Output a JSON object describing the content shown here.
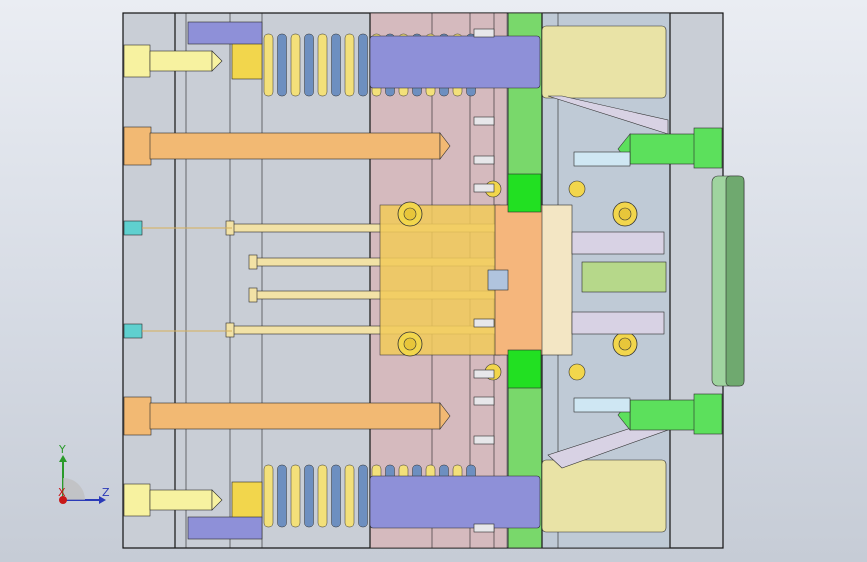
{
  "view": {
    "background_top": "#eaedf3",
    "background_bottom": "#c6ccd6"
  },
  "triad": {
    "x_label": "X",
    "y_label": "Y",
    "z_label": "Z",
    "x_color": "#c81818",
    "y_color": "#2a9a2a",
    "z_color": "#2a3ab8"
  },
  "colors": {
    "plate_fill": "#c9ced6",
    "pink_plate": "#d9b4b6",
    "green_plate": "#79d86b",
    "guide_pin": "#f7f2a0",
    "return_pin": "#f2b973",
    "spring": "#6d8fc0",
    "spring_coil": "#f3e07a",
    "bushing_blue": "#8e90d8",
    "ejector_pin": "#f2e2a6",
    "cavity_orange": "#f5b67c",
    "core_beige": "#f3e6c4",
    "block_green": "#22e022",
    "bright_green": "#5ce05c",
    "locating_ring": "#9fd49f",
    "cyan_tip": "#5fd0cf",
    "gold": "#f2d64c",
    "slider_blue": "#cfe7f3"
  }
}
